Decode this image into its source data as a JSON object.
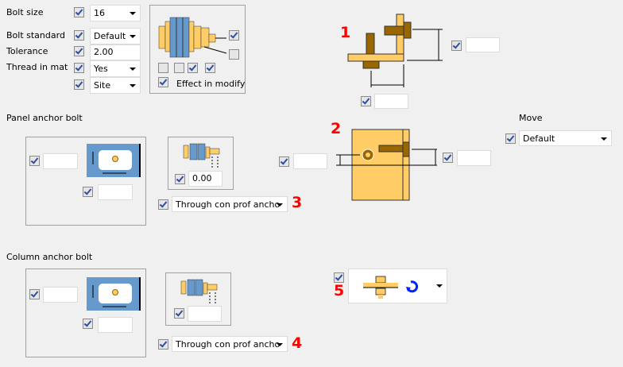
{
  "bolt": {
    "size_label": "Bolt size",
    "size_value": "16",
    "standard_label": "Bolt standard",
    "standard_value": "Default",
    "tolerance_label": "Tolerance",
    "tolerance_value": "2.00",
    "thread_label": "Thread in mat",
    "thread_value": "Yes",
    "site_value": "Site",
    "effect_label": "Effect in modify"
  },
  "markers": {
    "m1": "1",
    "m2": "2",
    "m3": "3",
    "m4": "4",
    "m5": "5"
  },
  "panel": {
    "title": "Panel anchor bolt",
    "offset_value": "0.00",
    "type_value": "Through con prof ancho"
  },
  "move": {
    "label": "Move",
    "value": "Default"
  },
  "column": {
    "title": "Column anchor bolt",
    "type_value": "Through con prof ancho"
  },
  "colors": {
    "plate": "#ffcc66",
    "bolt": "#996600",
    "panel": "#6699cc",
    "marker": "#ff0000"
  }
}
